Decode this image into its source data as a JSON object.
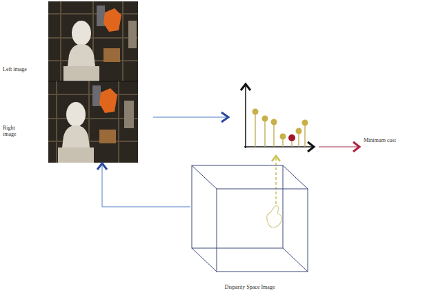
{
  "diagram": {
    "nodes": [
      {
        "text": [
          "Left image"
        ]
      },
      {
        "text": [
          "Right image"
        ]
      },
      {
        "text": [
          "Disparity Space Image"
        ]
      }
    ],
    "edges": [
      {
        "from": 2,
        "to": 1,
        "arrow": "to"
      }
    ],
    "labels": [
      "Minimum cost"
    ]
  }
}
